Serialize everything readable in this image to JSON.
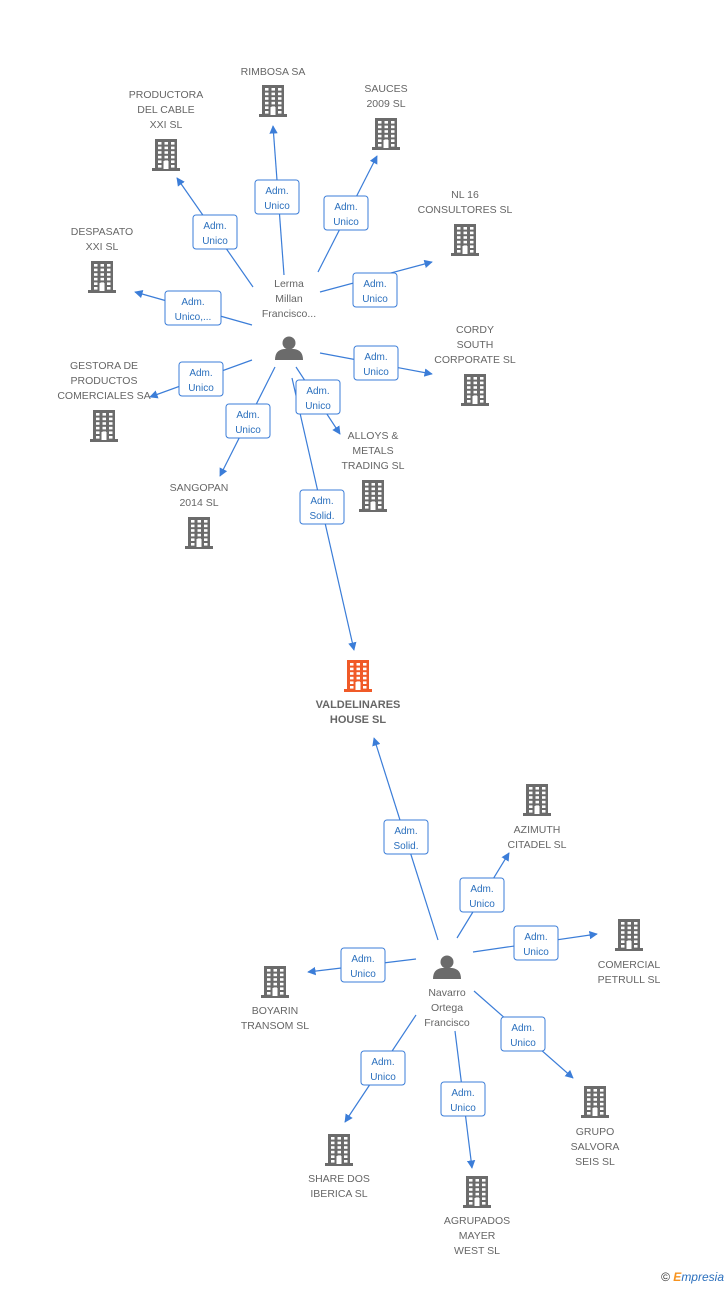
{
  "colors": {
    "edge": "#3b7dd8",
    "node": "#6b6b6b",
    "focus": "#f05a28",
    "label": "#666666",
    "edge_text": "#2a6fbd"
  },
  "nodes": {
    "main": {
      "lines": [
        "VALDELINARES",
        "HOUSE SL"
      ],
      "kind": "company-main"
    },
    "p1": {
      "lines": [
        "Lerma",
        "Millan",
        "Francisco..."
      ],
      "kind": "person"
    },
    "p2": {
      "lines": [
        "Navarro",
        "Ortega",
        "Francisco"
      ],
      "kind": "person"
    },
    "rimbosa": {
      "lines": [
        "RIMBOSA SA"
      ],
      "kind": "company"
    },
    "productora": {
      "lines": [
        "PRODUCTORA",
        "DEL CABLE",
        "XXI SL"
      ],
      "kind": "company"
    },
    "sauces": {
      "lines": [
        "SAUCES",
        "2009 SL"
      ],
      "kind": "company"
    },
    "nl16": {
      "lines": [
        "NL 16",
        "CONSULTORES SL"
      ],
      "kind": "company"
    },
    "despasato": {
      "lines": [
        "DESPASATO",
        "XXI  SL"
      ],
      "kind": "company"
    },
    "cordy": {
      "lines": [
        "CORDY",
        "SOUTH",
        "CORPORATE SL"
      ],
      "kind": "company"
    },
    "gestora": {
      "lines": [
        "GESTORA DE",
        "PRODUCTOS",
        "COMERCIALES SA"
      ],
      "kind": "company"
    },
    "alloys": {
      "lines": [
        "ALLOYS &",
        "METALS",
        "TRADING  SL"
      ],
      "kind": "company"
    },
    "sangopan": {
      "lines": [
        "SANGOPAN",
        "2014  SL"
      ],
      "kind": "company"
    },
    "azimuth": {
      "lines": [
        "AZIMUTH",
        "CITADEL  SL"
      ],
      "kind": "company"
    },
    "comercial": {
      "lines": [
        "COMERCIAL",
        "PETRULL SL"
      ],
      "kind": "company"
    },
    "boyarin": {
      "lines": [
        "BOYARIN",
        "TRANSOM  SL"
      ],
      "kind": "company"
    },
    "grupo": {
      "lines": [
        "GRUPO",
        "SALVORA",
        "SEIS SL"
      ],
      "kind": "company"
    },
    "share": {
      "lines": [
        "SHARE DOS",
        "IBERICA  SL"
      ],
      "kind": "company"
    },
    "agrupados": {
      "lines": [
        "AGRUPADOS",
        "MAYER",
        "WEST SL"
      ],
      "kind": "company"
    }
  },
  "edges": [
    {
      "from": "p1",
      "to": "rimbosa",
      "label": [
        "Adm.",
        "Unico"
      ]
    },
    {
      "from": "p1",
      "to": "productora",
      "label": [
        "Adm.",
        "Unico"
      ]
    },
    {
      "from": "p1",
      "to": "sauces",
      "label": [
        "Adm.",
        "Unico"
      ]
    },
    {
      "from": "p1",
      "to": "nl16",
      "label": [
        "Adm.",
        "Unico"
      ]
    },
    {
      "from": "p1",
      "to": "despasato",
      "label": [
        "Adm.",
        "Unico,..."
      ]
    },
    {
      "from": "p1",
      "to": "cordy",
      "label": [
        "Adm.",
        "Unico"
      ]
    },
    {
      "from": "p1",
      "to": "gestora",
      "label": [
        "Adm.",
        "Unico"
      ]
    },
    {
      "from": "p1",
      "to": "alloys",
      "label": [
        "Adm.",
        "Unico"
      ]
    },
    {
      "from": "p1",
      "to": "sangopan",
      "label": [
        "Adm.",
        "Unico"
      ]
    },
    {
      "from": "p1",
      "to": "main",
      "label": [
        "Adm.",
        "Solid."
      ]
    },
    {
      "from": "p2",
      "to": "main",
      "label": [
        "Adm.",
        "Solid."
      ]
    },
    {
      "from": "p2",
      "to": "azimuth",
      "label": [
        "Adm.",
        "Unico"
      ]
    },
    {
      "from": "p2",
      "to": "comercial",
      "label": [
        "Adm.",
        "Unico"
      ]
    },
    {
      "from": "p2",
      "to": "boyarin",
      "label": [
        "Adm.",
        "Unico"
      ]
    },
    {
      "from": "p2",
      "to": "grupo",
      "label": [
        "Adm.",
        "Unico"
      ]
    },
    {
      "from": "p2",
      "to": "share",
      "label": [
        "Adm.",
        "Unico"
      ]
    },
    {
      "from": "p2",
      "to": "agrupados",
      "label": [
        "Adm.",
        "Unico"
      ]
    }
  ],
  "footer": {
    "copyright": "©",
    "brand_initial": "E",
    "brand_rest": "mpresia"
  }
}
